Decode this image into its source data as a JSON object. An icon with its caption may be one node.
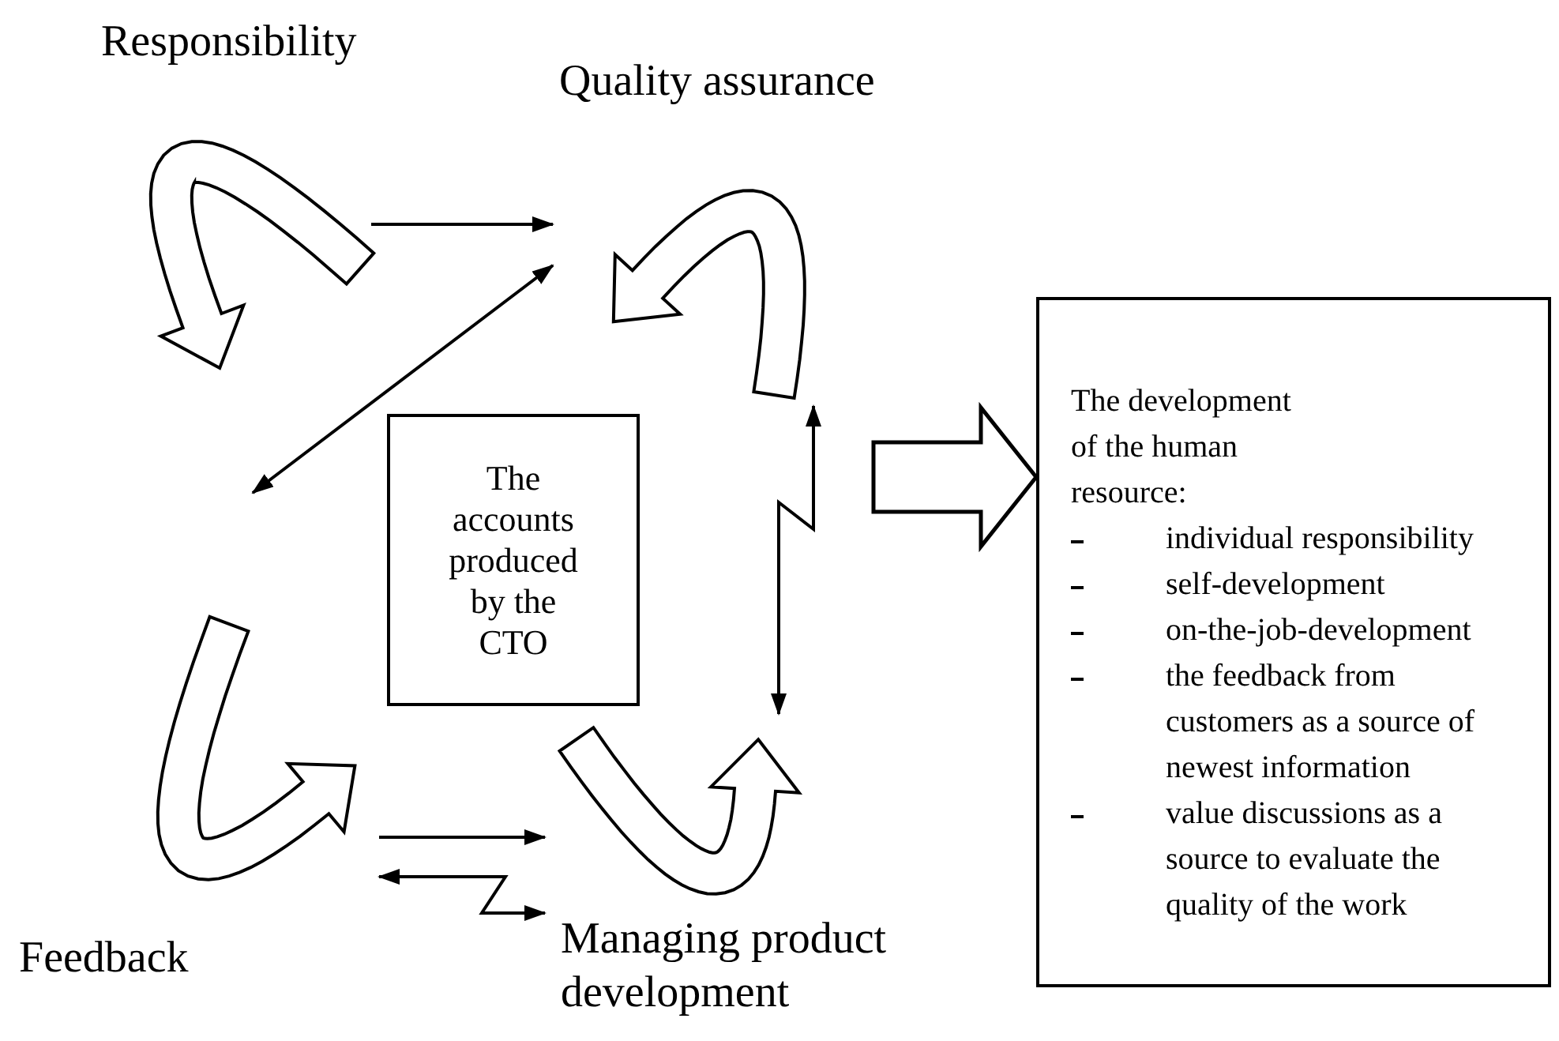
{
  "diagram": {
    "nodes": [
      {
        "text": [
          "Responsibility"
        ]
      },
      {
        "text": [
          "Quality assurance"
        ]
      },
      {
        "text": [
          "The accounts produced by the CTO"
        ]
      },
      {
        "text": [
          "Feedback"
        ]
      },
      {
        "text": [
          "Managing product development"
        ]
      },
      {
        "text": [
          "The development of the human resource:",
          "individual responsibility",
          "self-development",
          "on-the-job-development",
          "the feedback from customers as a source of newest information",
          "value discussions as a source to evaluate the quality of the work"
        ]
      }
    ],
    "edges": [
      {
        "from": 0,
        "to": 1,
        "arrow": "to"
      },
      {
        "from": null,
        "to": 1,
        "arrow": "both"
      },
      {
        "from": 1,
        "to": 4,
        "arrow": "both"
      },
      {
        "from": 3,
        "to": 4,
        "arrow": "to"
      },
      {
        "from": 3,
        "to": 4,
        "arrow": "both"
      },
      {
        "from": null,
        "to": 5,
        "arrow": "to",
        "style": "thick"
      }
    ]
  }
}
